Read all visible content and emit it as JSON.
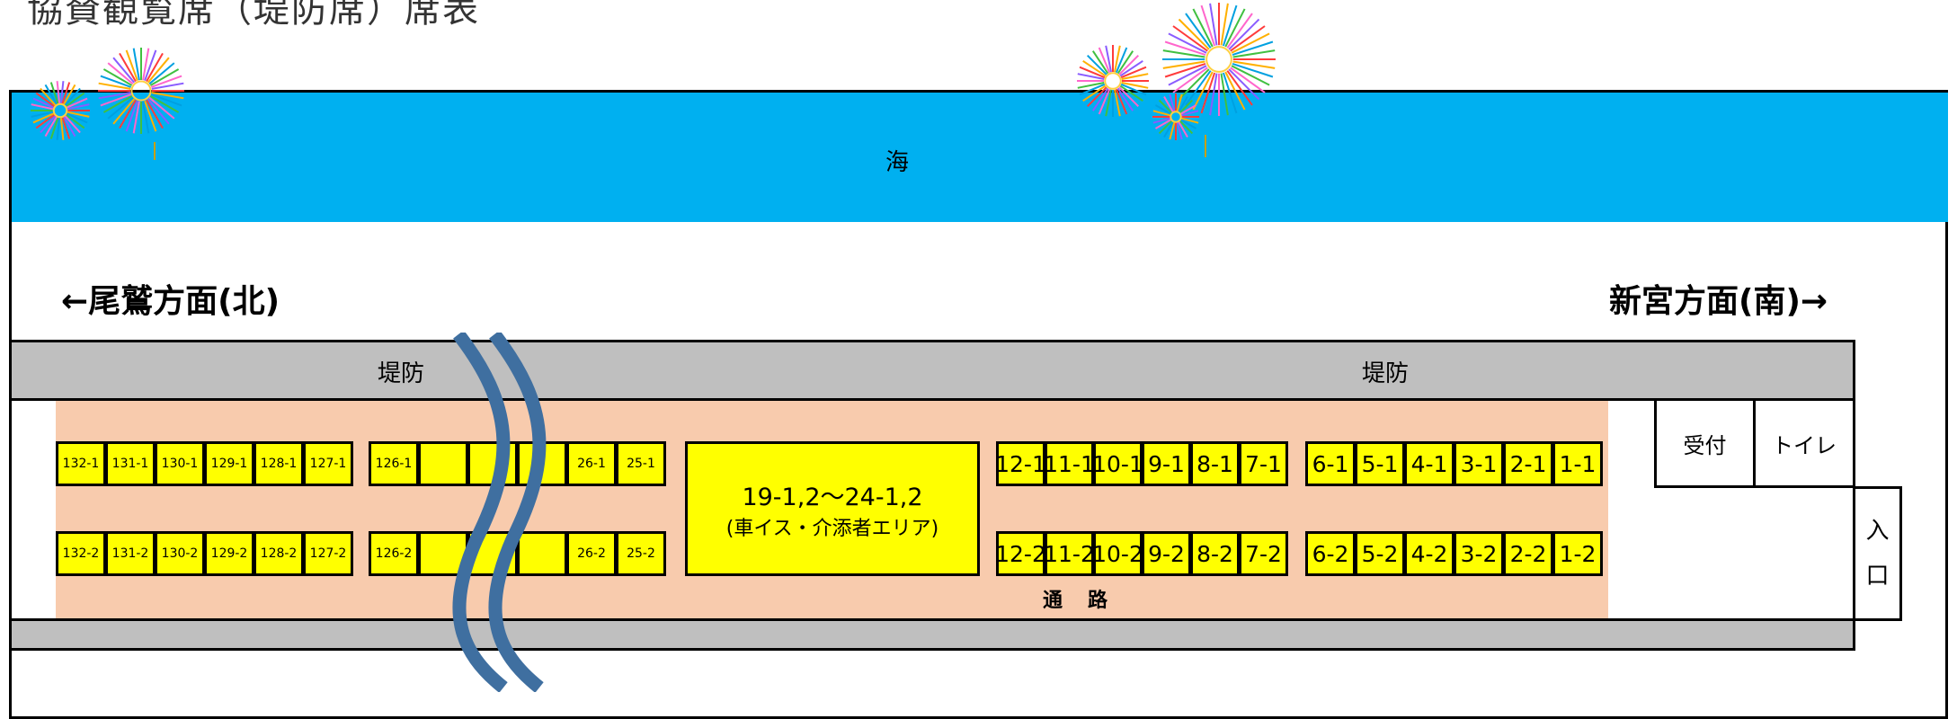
{
  "title": "協賛観覧席（堤防席）席表",
  "sea_label": "海",
  "direction_north": "←尾鷲方面(北)",
  "direction_south": "新宮方面(南)→",
  "embankment_label": "堤防",
  "reception_label": "受付",
  "toilet_label": "トイレ",
  "entrance_label": [
    "入",
    "口"
  ],
  "aisle_label": "通路",
  "wheelchair_area": {
    "main": "19-1,2〜24-1,2",
    "sub": "(車イス・介添者エリア)"
  },
  "seats": {
    "group_a_row1": [
      "132-1",
      "131-1",
      "130-1",
      "129-1",
      "128-1",
      "127-1"
    ],
    "group_a_row2": [
      "132-2",
      "131-2",
      "130-2",
      "129-2",
      "128-2",
      "127-2"
    ],
    "group_b_row1": [
      "126-1",
      "",
      "",
      "",
      "26-1",
      "25-1"
    ],
    "group_b_row2": [
      "126-2",
      "",
      "",
      "",
      "26-2",
      "25-2"
    ],
    "group_c_row1": [
      "12-1",
      "11-1",
      "10-1",
      "9-1",
      "8-1",
      "7-1"
    ],
    "group_c_row2": [
      "12-2",
      "11-2",
      "10-2",
      "9-2",
      "8-2",
      "7-2"
    ],
    "group_d_row1": [
      "6-1",
      "5-1",
      "4-1",
      "3-1",
      "2-1",
      "1-1"
    ],
    "group_d_row2": [
      "6-2",
      "5-2",
      "4-2",
      "3-2",
      "2-2",
      "1-2"
    ]
  },
  "colors": {
    "sea": "#00b0f0",
    "embankment": "#bfbfbf",
    "seating_area": "#f8cbad",
    "seat": "#ffff00",
    "break_mark": "#3f6fa0"
  }
}
